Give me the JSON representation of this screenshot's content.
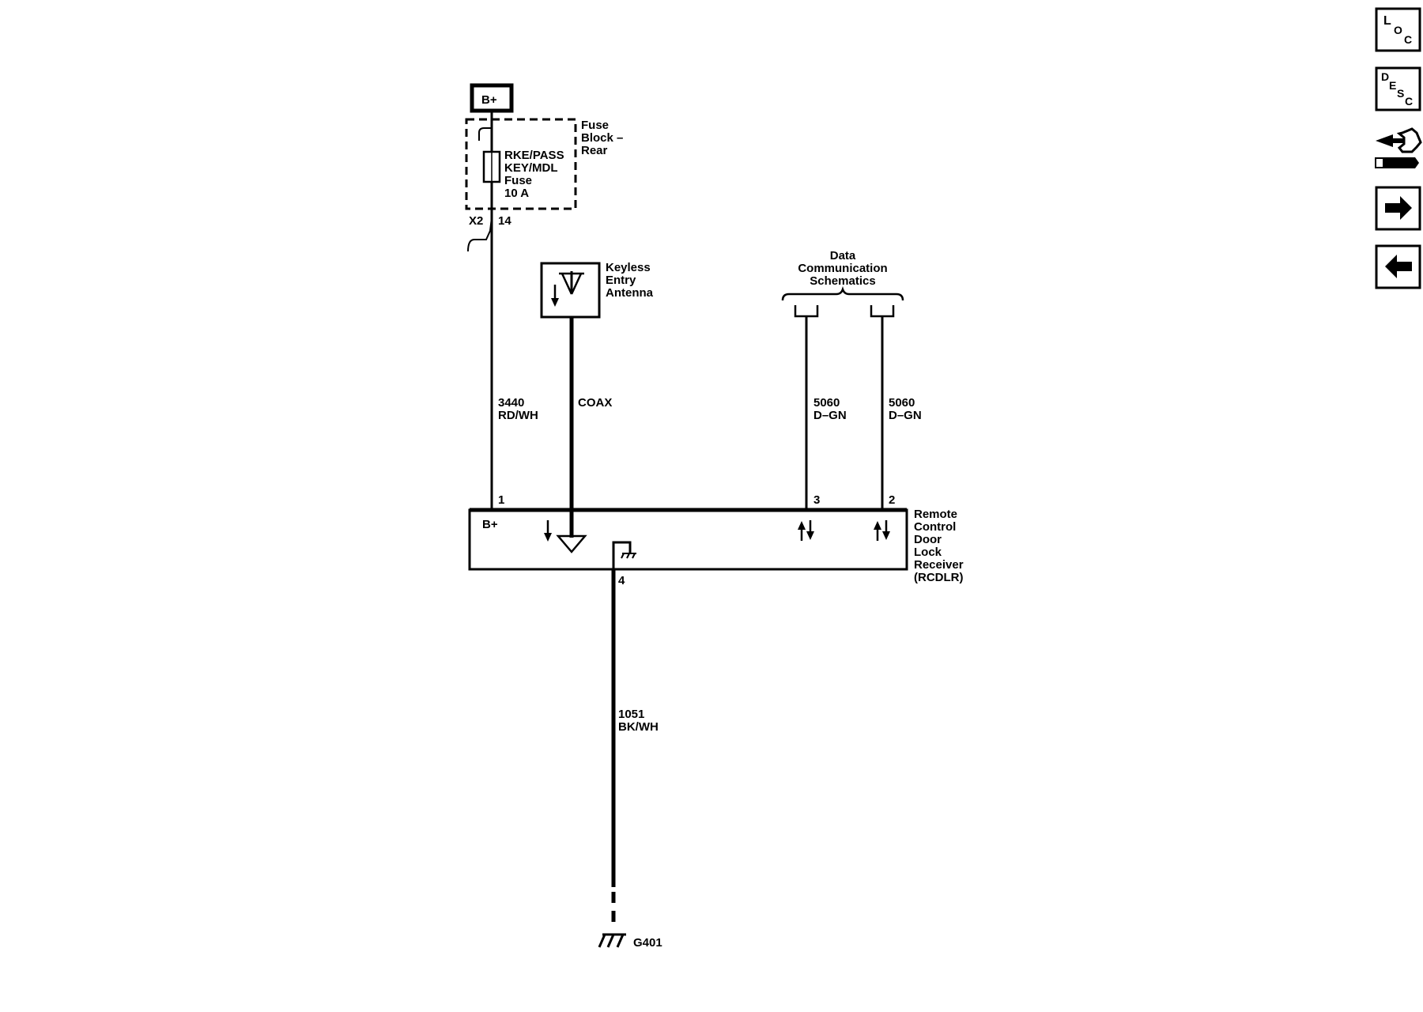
{
  "power": {
    "label": "B+"
  },
  "fuse_block": {
    "title_line1": "Fuse",
    "title_line2": "Block –",
    "title_line3": "Rear",
    "fuse_line1": "RKE/PASS",
    "fuse_line2": "KEY/MDL",
    "fuse_line3": "Fuse",
    "fuse_line4": "10 A",
    "connector": "X2",
    "pin": "14"
  },
  "antenna": {
    "line1": "Keyless",
    "line2": "Entry",
    "line3": "Antenna"
  },
  "data_comm": {
    "line1": "Data",
    "line2": "Communication",
    "line3": "Schematics"
  },
  "wires": {
    "w1": {
      "circuit": "3440",
      "color": "RD/WH"
    },
    "coax": {
      "label": "COAX"
    },
    "w3": {
      "circuit": "5060",
      "color": "D–GN"
    },
    "w2": {
      "circuit": "5060",
      "color": "D–GN"
    },
    "ground": {
      "circuit": "1051",
      "color": "BK/WH"
    }
  },
  "module": {
    "bplus": "B+",
    "pin1": "1",
    "pin3": "3",
    "pin2": "2",
    "pin4": "4",
    "name_line1": "Remote",
    "name_line2": "Control",
    "name_line3": "Door",
    "name_line4": "Lock",
    "name_line5": "Receiver",
    "name_line6": "(RCDLR)"
  },
  "ground_point": {
    "label": "G401"
  },
  "nav": {
    "loc": {
      "l": "L",
      "o": "O",
      "c": "C"
    },
    "desc": {
      "d": "D",
      "e": "E",
      "s": "S",
      "c": "C"
    },
    "connector_icon": "connector-icon",
    "next_icon": "arrow-right-icon",
    "prev_icon": "arrow-left-icon"
  }
}
